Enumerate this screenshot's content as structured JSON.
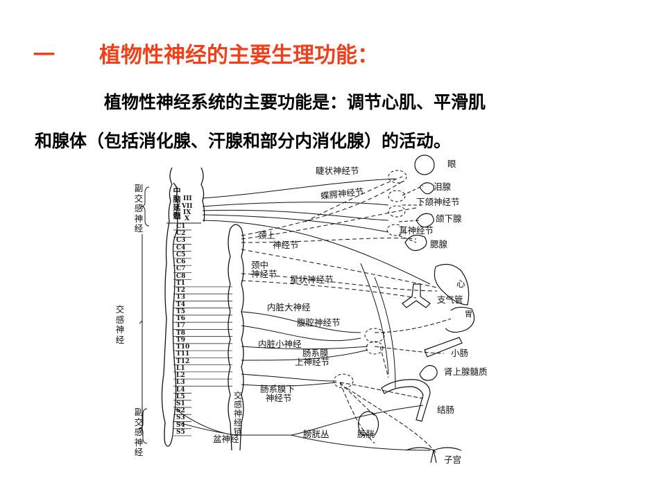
{
  "slide": {
    "title_number": "一",
    "title": "植物性神经的主要生理功能：",
    "paragraph_line1": "植物性神经系统的主要功能是：调节心肌、平滑肌",
    "paragraph_line2": "和腺体（包括消化腺、汗腺和部分内消化腺）的活动。"
  },
  "diagram": {
    "left_labels": {
      "parasympathetic_top": "副交感神经",
      "sympathetic": "交感神经",
      "parasympathetic_bottom": "副交感神经"
    },
    "brain_labels": {
      "midbrain": "中脑",
      "medulla": "延髓",
      "cn3": "III",
      "cn7": "VII",
      "cn9": "IX",
      "cn10": "X"
    },
    "segments": [
      "C1",
      "C2",
      "C3",
      "C4",
      "C5",
      "C6",
      "C7",
      "C8",
      "T1",
      "T2",
      "T3",
      "T4",
      "T5",
      "T6",
      "T7",
      "T8",
      "T9",
      "T10",
      "T11",
      "T12",
      "L1",
      "L2",
      "L3",
      "L4",
      "L5",
      "S1",
      "S2",
      "S3",
      "S4",
      "S5"
    ],
    "sympathetic_chain": "交感神经链",
    "labels": {
      "eye": "眼",
      "ciliary_ganglion": "睫状神经节",
      "lacrimal_gland": "泪腺",
      "pterygopalatine_ganglion": "蝶腭神经节",
      "submandibular_ganglion": "下颌神经节",
      "submandibular_gland": "颌下腺",
      "otic_ganglion": "耳神经节",
      "parotid_gland": "腮腺",
      "superior_cervical_1": "颈上",
      "superior_cervical_2": "神经节",
      "middle_cervical_1": "颈中",
      "middle_cervical_2": "神经节",
      "stellate_ganglion": "星状神经节",
      "heart": "心",
      "bronchus": "支气管",
      "greater_splanchnic": "内脏大神经",
      "stomach": "胃",
      "celiac_ganglion": "腹腔神经节",
      "lesser_splanchnic": "内脏小神经",
      "superior_mesenteric_1": "肠系膜",
      "superior_mesenteric_2": "上神经节",
      "small_intestine": "小肠",
      "adrenal_medulla": "肾上腺髓质",
      "inferior_mesenteric_1": "肠系膜下",
      "inferior_mesenteric_2": "神经节",
      "colon": "结肠",
      "vesical_plexus": "膀胱丛",
      "bladder": "膀胱",
      "pelvic_nerve": "盆神经",
      "uterus": "子宫"
    }
  }
}
